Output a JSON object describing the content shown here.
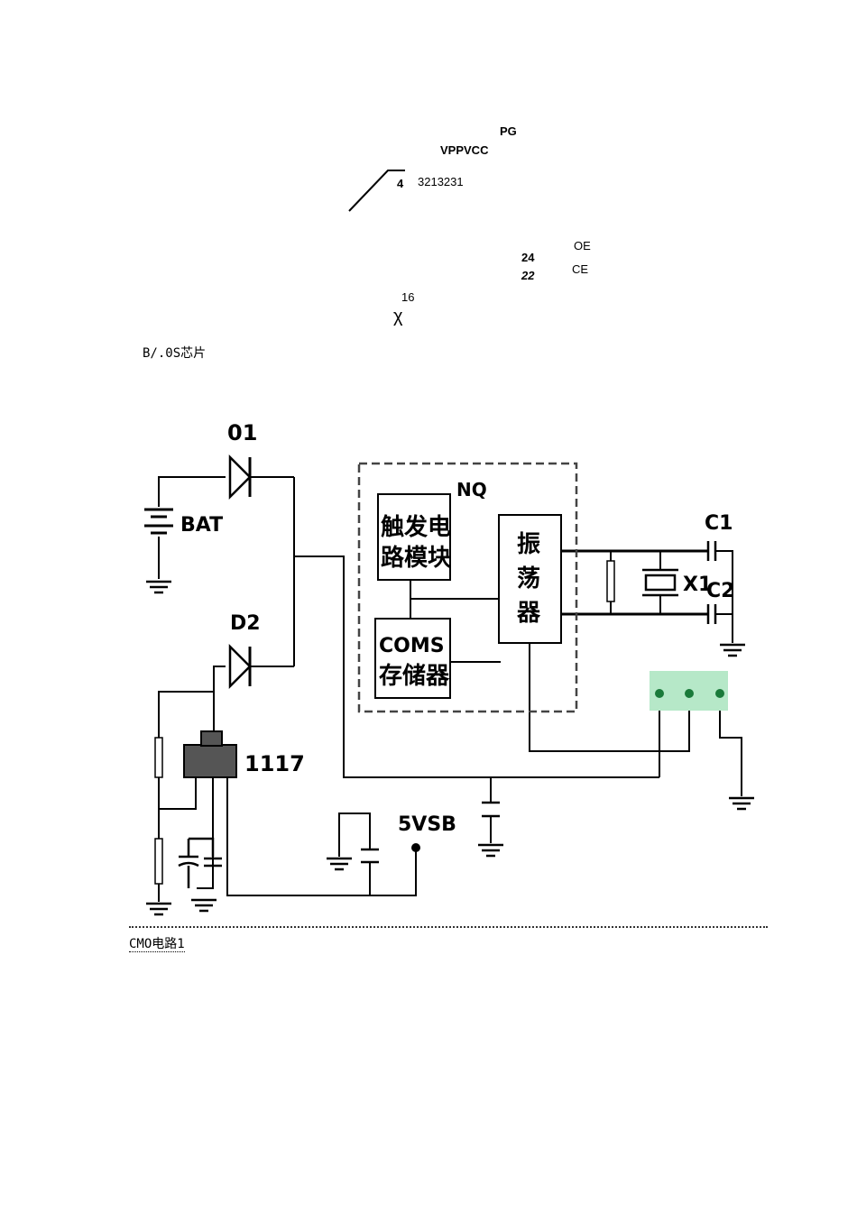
{
  "chip_fragment": {
    "pg": "PG",
    "vppvcc": "VPPVCC",
    "pin_4": "4",
    "pins_row": "3213231",
    "oe": "OE",
    "ce": "CE",
    "pin_24": "24",
    "pin_22": "22",
    "pin_16": "16",
    "x_mark": "χ"
  },
  "caption_top": "B/.0S芯片",
  "circuit": {
    "d1_label": "01",
    "bat_label": "BAT",
    "d2_label": "D2",
    "nq_label": "NQ",
    "trigger_line1": "触发电",
    "trigger_line2": "路模块",
    "coms_line1": "COMS",
    "coms_line2": "存储器",
    "osc_chars": [
      "振",
      "荡",
      "器"
    ],
    "c1_label": "C1",
    "c2_label": "C2",
    "x1_label": "X1",
    "reg_label": "1117",
    "vsb_label": "5VSB",
    "jumper_color": "#b6e8c8",
    "jumper_dot_color": "#1a7a3a"
  },
  "caption_bottom": "CMO电路1"
}
